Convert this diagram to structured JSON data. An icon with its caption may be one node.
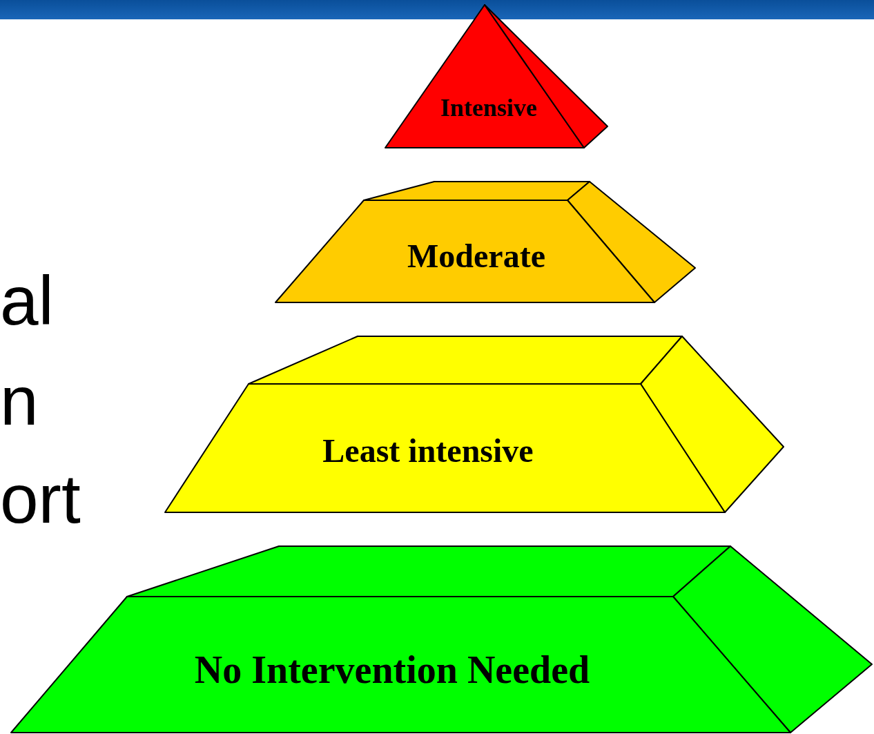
{
  "diagram": {
    "nodes": [
      {
        "text": [
          "Intensive"
        ]
      },
      {
        "text": [
          "Moderate"
        ]
      },
      {
        "text": [
          "Least intensive"
        ]
      },
      {
        "text": [
          "No Intervention Needed"
        ]
      }
    ],
    "labels": [
      "al",
      "n",
      "ort"
    ]
  }
}
